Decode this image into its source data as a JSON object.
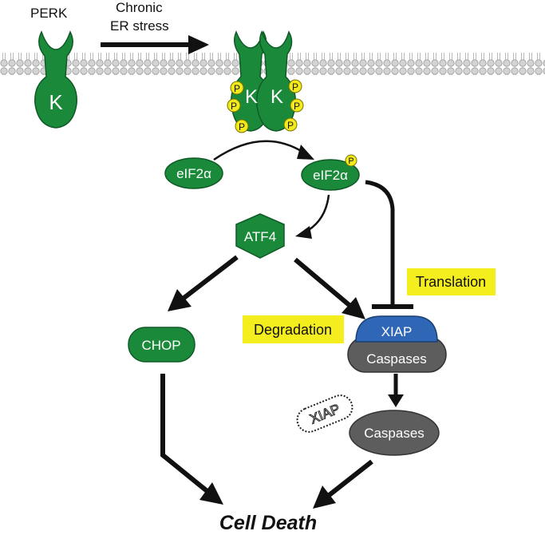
{
  "labels": {
    "perk": "PERK",
    "stimulus_line1": "Chronic",
    "stimulus_line2": "ER stress",
    "kinase": "K",
    "phospho": "P",
    "eif2a": "eIF2α",
    "eif2a_p": "eIF2α",
    "atf4": "ATF4",
    "chop": "CHOP",
    "translation": "Translation",
    "degradation": "Degradation",
    "xiap": "XIAP",
    "xiap_degraded": "XIAP",
    "caspases_bound": "Caspases",
    "caspases_free": "Caspases",
    "outcome": "Cell Death"
  },
  "colors": {
    "protein_green": "#1a8a3a",
    "protein_green_dark": "#0f5a26",
    "phospho_yellow": "#f3ea1c",
    "highlight_yellow": "#f4ee1f",
    "xiap_blue": "#2f66b5",
    "caspase_gray": "#5d5d5d",
    "membrane_gray": "#c8c8c8",
    "arrow_black": "#111111"
  }
}
